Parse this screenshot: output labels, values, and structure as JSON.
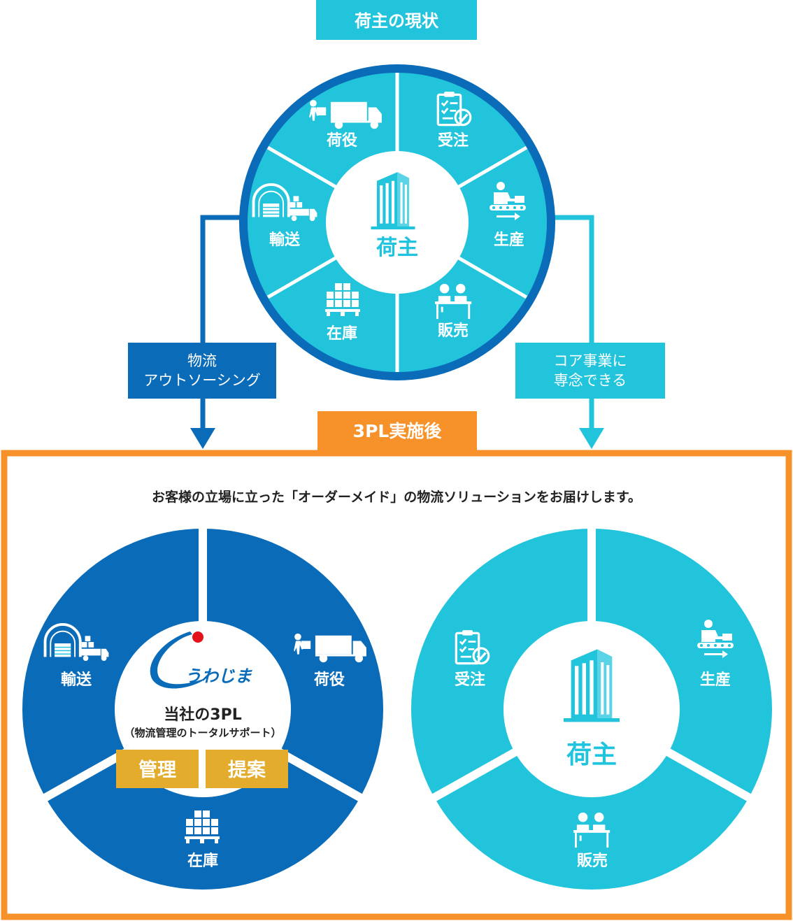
{
  "colors": {
    "cyan": "#22c4dc",
    "blue": "#0a6bb8",
    "orange": "#f7922b",
    "gold": "#e3ac2c",
    "white": "#ffffff"
  },
  "header_current": "荷主の現状",
  "header_after": "3PL実施後",
  "top_wheel": {
    "center": "荷主",
    "segments": {
      "niyaku": "荷役",
      "juchu": "受注",
      "seisan": "生産",
      "hanbai": "販売",
      "zaiko": "在庫",
      "yuso": "輸送"
    }
  },
  "left_callout": {
    "line1": "物流",
    "line2": "アウトソーシング"
  },
  "right_callout": {
    "line1": "コア事業に",
    "line2": "専念できる"
  },
  "tagline": "お客様の立場に立った「オーダーメイド」の物流ソリューションをお届けします。",
  "left_wheel": {
    "logo_text": "うわじま",
    "title": "当社の3PL",
    "subtitle": "（物流管理のトータルサポート）",
    "badge_kanri": "管理",
    "badge_teian": "提案",
    "segments": {
      "yuso": "輸送",
      "niyaku": "荷役",
      "zaiko": "在庫"
    }
  },
  "right_wheel": {
    "center": "荷主",
    "segments": {
      "juchu": "受注",
      "seisan": "生産",
      "hanbai": "販売"
    }
  },
  "icons": {
    "truck": "truck-icon",
    "clipboard": "clipboard-check-icon",
    "conveyor": "conveyor-worker-icon",
    "sales": "sales-counter-icon",
    "boxes": "stacked-boxes-icon",
    "warehouse": "warehouse-icon",
    "building": "building-icon"
  }
}
